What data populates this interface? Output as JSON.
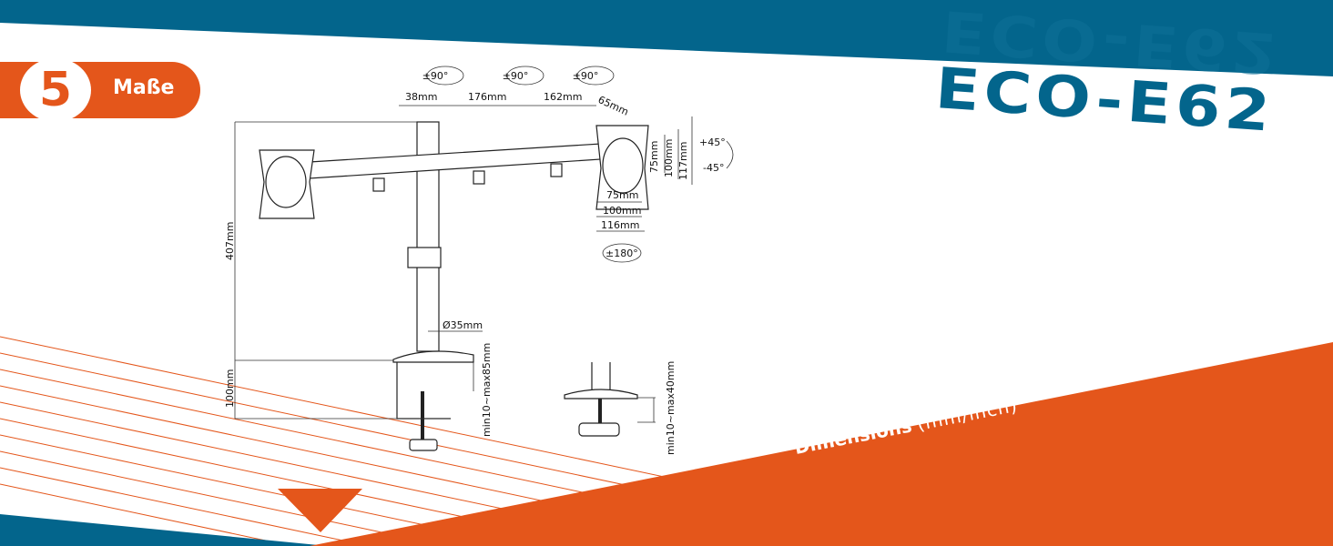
{
  "section": {
    "number": "5",
    "title": "Maße"
  },
  "logo": {
    "model": "ECO-E62"
  },
  "footer": {
    "title": "Dimensions",
    "units": "(mm/inch)"
  },
  "colors": {
    "blue": "#03658c",
    "orange": "#e4561b"
  },
  "diagram": {
    "rotations": [
      "±90°",
      "±90°",
      "±90°",
      "±180°"
    ],
    "arm": {
      "pole_offset": "38mm",
      "segment1": "176mm",
      "segment2": "162mm",
      "head": "65mm"
    },
    "vesa": {
      "v75": "75mm",
      "v100": "100mm",
      "plate_h": "117mm",
      "h75": "75mm",
      "h100": "100mm",
      "plate_w": "116mm"
    },
    "tilt": {
      "up": "+45°",
      "down": "-45°"
    },
    "pole": {
      "height": "407mm",
      "diameter": "Ø35mm",
      "base_height": "100mm"
    },
    "clamp": {
      "range": "min10~max85mm"
    },
    "grommet": {
      "range": "min10~max40mm"
    }
  }
}
